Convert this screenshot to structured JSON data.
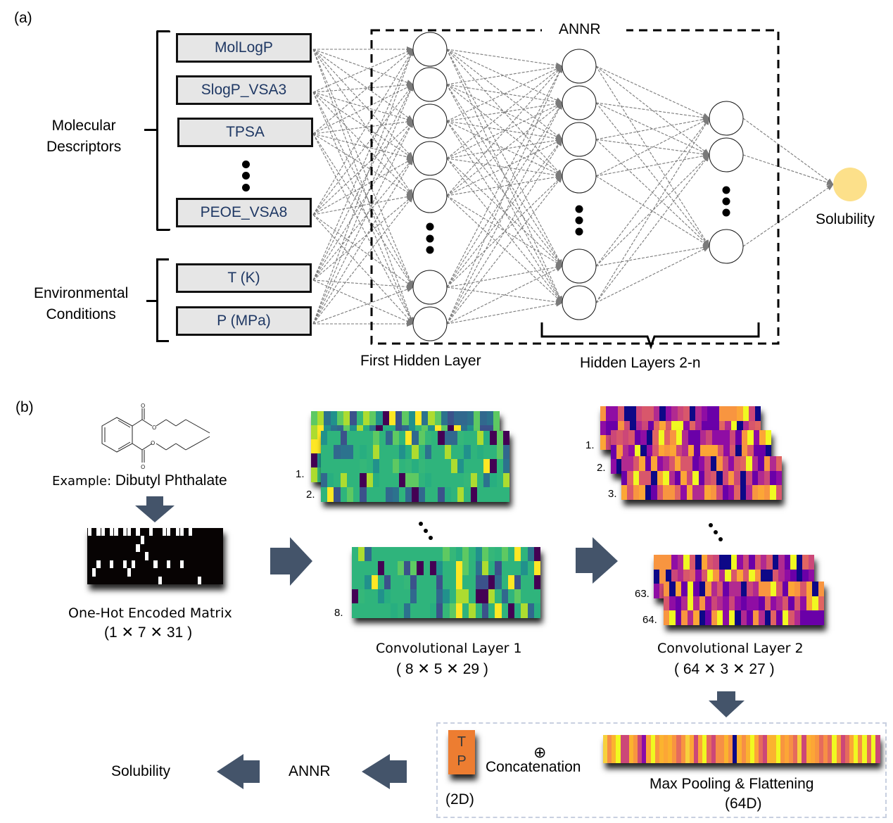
{
  "panel_a": {
    "label": "(a)",
    "group_molecular": [
      "Molecular",
      "Descriptors"
    ],
    "group_environmental": [
      "Environmental",
      "Conditions"
    ],
    "inputs": [
      "MolLogP",
      "SlogP_VSA3",
      "TPSA",
      "PEOE_VSA8",
      "T (K)",
      "P (MPa)"
    ],
    "annr_title": "ANNR",
    "first_hidden_label": "First Hidden Layer",
    "hidden_2n_label": "Hidden Layers 2-n",
    "output_label": "Solubility",
    "colors": {
      "input_text": "#1f3864",
      "input_fill": "#e6e6e6",
      "output_node": "#fce08a",
      "edge": "#7a7a7a"
    }
  },
  "panel_b": {
    "label": "(b)",
    "example_prefix": "Example: ",
    "example_name": "Dibutyl Phthalate",
    "onehot_title": "One-Hot Encoded Matrix",
    "onehot_dims": "(1 ✕ 7 ✕ 31 )",
    "conv1_title": "Convolutional Layer 1",
    "conv1_dims": "( 8 ✕ 5 ✕ 29 )",
    "conv1_map_labels": [
      "1.",
      "2.",
      "8."
    ],
    "conv2_title": "Convolutional Layer 2",
    "conv2_dims": "( 64 ✕ 3 ✕ 27 )",
    "conv2_map_labels": [
      "1.",
      "2.",
      "3.",
      "63.",
      "64."
    ],
    "tp_letters": [
      "T",
      "P"
    ],
    "tp_dims": "(2D)",
    "concat_symbol": "⊕",
    "concat_label": "Concatenation",
    "pool_title": "Max Pooling & Flattening",
    "pool_dims": "(64D)",
    "annr_label": "ANNR",
    "output_label": "Solubility",
    "colors": {
      "arrow": "#44546a",
      "tp_box": "#ed7d31"
    }
  }
}
